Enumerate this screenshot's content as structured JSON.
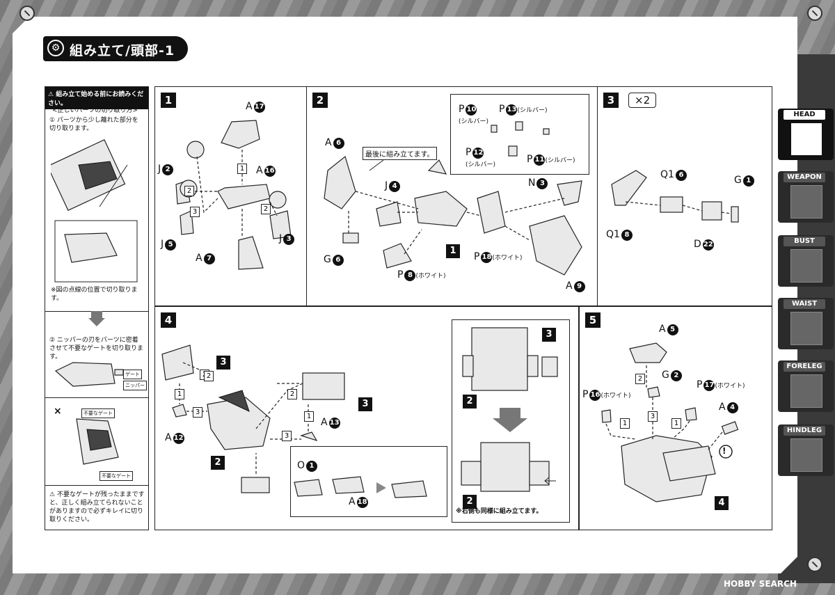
{
  "page_title": "組み立て/頭部-1",
  "left_col": {
    "header": "組み立て始める前にお読みください。",
    "sub_title": "<正しいパーツの切り取り方>",
    "step1": "① パーツから少し離れた部分を切り取ります。",
    "cut_note": "※図の点線の位置で切り取ります。",
    "step2": "② ニッパーの刃をパーツに密着させて不要なゲートを切り取ります。",
    "gate_label": "ゲート",
    "nipper_label": "ニッパー",
    "wrong_mark": "×",
    "unneeded_gate": "不要なゲート",
    "warning": "不要なゲートが残ったままですと、正しく組み立てられないことがありますので必ずキレイに切り取りください。"
  },
  "steps": {
    "s1": {
      "num": "1",
      "labels": [
        {
          "letter": "A",
          "n": "17"
        },
        {
          "letter": "A",
          "n": "16"
        },
        {
          "letter": "J",
          "n": "2"
        },
        {
          "letter": "J",
          "n": "5"
        },
        {
          "letter": "J",
          "n": "3"
        },
        {
          "letter": "A",
          "n": "7"
        }
      ],
      "arrows": [
        "1",
        "2",
        "2",
        "3"
      ]
    },
    "s2": {
      "num": "2",
      "note": "最後に組み立てます。",
      "labels": [
        {
          "letter": "A",
          "n": "6"
        },
        {
          "letter": "J",
          "n": "4"
        },
        {
          "letter": "G",
          "n": "6"
        },
        {
          "letter": "P",
          "n": "8",
          "note": "(ホワイト)"
        },
        {
          "letter": "N",
          "n": "3"
        },
        {
          "letter": "P",
          "n": "18",
          "note": "(ホワイト)"
        },
        {
          "letter": "A",
          "n": "9"
        },
        {
          "letter": "P",
          "n": "10",
          "note": "(シルバー)"
        },
        {
          "letter": "P",
          "n": "13",
          "note": "(シルバー)"
        },
        {
          "letter": "P",
          "n": "12",
          "note": "(シルバー)"
        },
        {
          "letter": "P",
          "n": "11",
          "note": "(シルバー)"
        }
      ],
      "ref": "1"
    },
    "s3": {
      "num": "3",
      "times": "×2",
      "labels": [
        {
          "letter": "Q1",
          "n": "6"
        },
        {
          "letter": "G",
          "n": "1"
        },
        {
          "letter": "Q1",
          "n": "8"
        },
        {
          "letter": "D",
          "n": "22"
        }
      ]
    },
    "s4": {
      "num": "4",
      "labels": [
        {
          "letter": "A",
          "n": "12"
        },
        {
          "letter": "A",
          "n": "13"
        },
        {
          "letter": "O",
          "n": "1"
        },
        {
          "letter": "A",
          "n": "18"
        }
      ],
      "refs": [
        "3",
        "3",
        "2",
        "3",
        "2",
        "2"
      ],
      "arrows": [
        "1",
        "2",
        "3",
        "2",
        "1",
        "3",
        "2"
      ],
      "note": "※右側も同様に組み立てます。"
    },
    "s5": {
      "num": "5",
      "labels": [
        {
          "letter": "A",
          "n": "5"
        },
        {
          "letter": "G",
          "n": "2"
        },
        {
          "letter": "P",
          "n": "16",
          "note": "(ホワイト)"
        },
        {
          "letter": "P",
          "n": "17",
          "note": "(ホワイト)"
        },
        {
          "letter": "A",
          "n": "4"
        }
      ],
      "arrows": [
        "2",
        "3",
        "1",
        "1"
      ],
      "ref": "4",
      "caution": "!"
    }
  },
  "side_tabs": [
    {
      "label": "HEAD",
      "active": true
    },
    {
      "label": "WEAPON",
      "active": false
    },
    {
      "label": "BUST",
      "active": false
    },
    {
      "label": "WAIST",
      "active": false
    },
    {
      "label": "FORELEG",
      "active": false
    },
    {
      "label": "HINDLEG",
      "active": false
    }
  ],
  "footer": "HOBBY SEARCH"
}
